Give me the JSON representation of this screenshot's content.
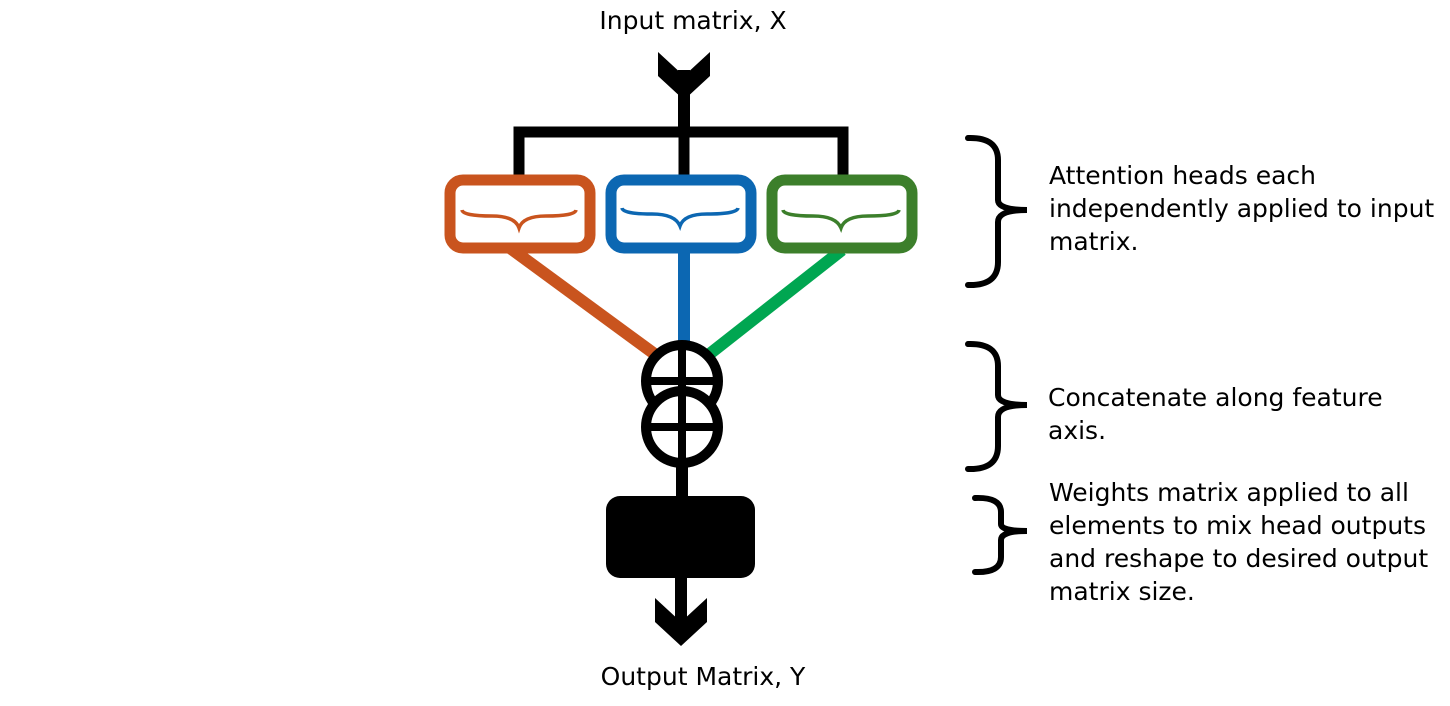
{
  "labels": {
    "input": "Input matrix, X",
    "output": "Output Matrix, Y"
  },
  "annotations": {
    "heads": [
      "Attention heads each",
      "independently applied to input",
      "matrix."
    ],
    "concat": [
      "Concatenate along feature",
      "axis."
    ],
    "weights": [
      "Weights matrix applied to all",
      "elements to mix head outputs",
      "and reshape to desired output",
      "matrix size."
    ]
  },
  "colors": {
    "head_1": "#C9541E",
    "head_2": "#0C67B2",
    "head_3": "#3C7F2B",
    "head_3_line": "#00A651",
    "stroke": "#000000"
  }
}
